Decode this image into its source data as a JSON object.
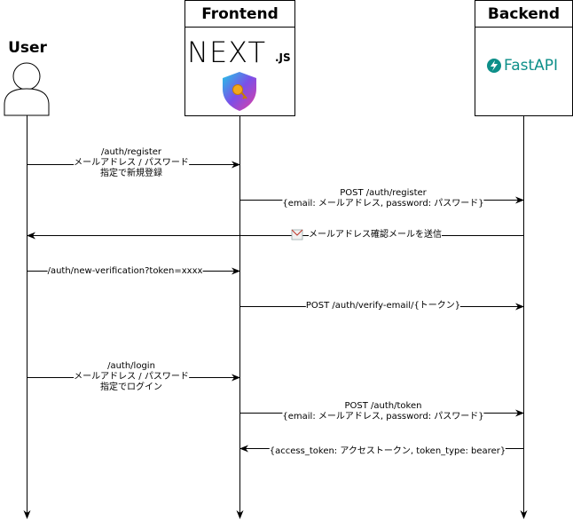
{
  "actors": {
    "user": {
      "label": "User"
    },
    "frontend": {
      "label": "Frontend",
      "logo_main": "NEXT",
      "logo_sub": ".JS",
      "badge_icon": "shield-key-icon"
    },
    "backend": {
      "label": "Backend",
      "logo_text": "FastAPI",
      "logo_icon": "fastapi-bolt-icon",
      "logo_color": "#0d8f89"
    }
  },
  "messages": [
    {
      "label": "/auth/register\nメールアドレス / パスワード\n指定で新規登録",
      "from": "user",
      "to": "frontend"
    },
    {
      "label": "POST /auth/register\n{email: メールアドレス, password: パスワード}",
      "from": "frontend",
      "to": "backend"
    },
    {
      "label": "メールアドレス確認メールを送信",
      "icon": "email-icon",
      "from": "backend",
      "to": "user"
    },
    {
      "label": "/auth/new-verification?token=xxxx",
      "from": "user",
      "to": "frontend"
    },
    {
      "label": "POST /auth/verify-email/{トークン}",
      "from": "frontend",
      "to": "backend"
    },
    {
      "label": "/auth/login\nメールアドレス / パスワード\n指定でログイン",
      "from": "user",
      "to": "frontend"
    },
    {
      "label": "POST /auth/token\n{email: メールアドレス, password: パスワード}",
      "from": "frontend",
      "to": "backend"
    },
    {
      "label": "{access_token: アクセストークン, token_type: bearer}",
      "from": "backend",
      "to": "frontend"
    }
  ]
}
